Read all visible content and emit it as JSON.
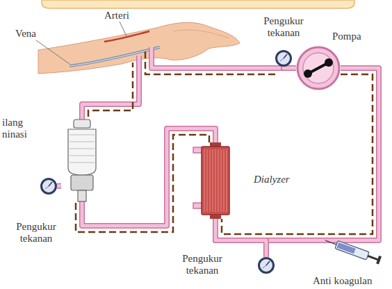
{
  "diagram": {
    "nodes": [
      {
        "text": [
          "Pengukur tekanan"
        ]
      },
      {
        "text": [
          "Pompa"
        ]
      },
      {
        "text": [
          "ilang ninasi"
        ]
      },
      {
        "text": [
          "Dialyzer"
        ]
      },
      {
        "text": [
          "Pengukur tekanan"
        ]
      },
      {
        "text": [
          "Pengukur tekanan"
        ]
      },
      {
        "text": [
          "Anti koagulan"
        ]
      }
    ],
    "edges": [
      {
        "from": 0,
        "to": 1,
        "arrow": "none"
      },
      {
        "from": 1,
        "to": 3,
        "arrow": "none"
      },
      {
        "from": 6,
        "to": 3,
        "arrow": "none"
      },
      {
        "from": 5,
        "to": 3,
        "arrow": "none"
      },
      {
        "from": 3,
        "to": 2,
        "arrow": "none"
      },
      {
        "from": 4,
        "to": 2,
        "arrow": "none"
      }
    ],
    "labels": [
      "Arteri",
      "Vena"
    ]
  }
}
